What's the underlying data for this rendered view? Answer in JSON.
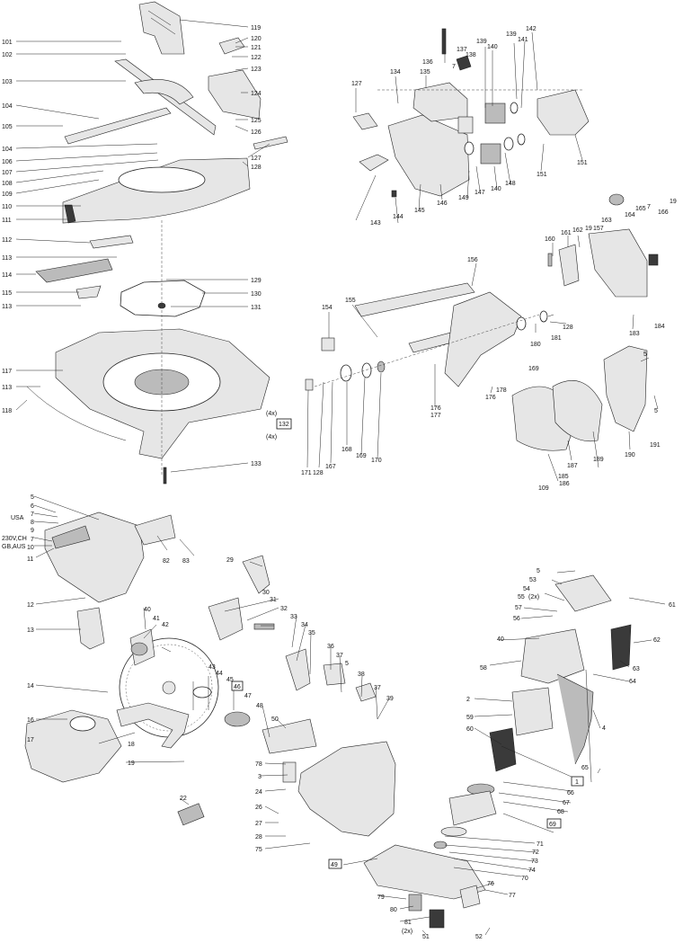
{
  "labels": {
    "a": [
      "101",
      "102",
      "103",
      "104",
      "105",
      "106",
      "107",
      "108",
      "109",
      "110",
      "111",
      "112",
      "113",
      "114",
      "115",
      "117",
      "118",
      "133",
      "119",
      "120",
      "121",
      "122",
      "123",
      "124",
      "125",
      "126",
      "127",
      "128",
      "129",
      "130",
      "131",
      "132"
    ],
    "a_notes": [
      "(4x)",
      "(4x)"
    ],
    "b": [
      "127",
      "134",
      "135",
      "136",
      "137",
      "138",
      "139",
      "140",
      "141",
      "142",
      "143",
      "144",
      "145",
      "146",
      "147",
      "148",
      "149",
      "151",
      "7"
    ],
    "c": [
      "160",
      "161",
      "162",
      "163",
      "164",
      "165",
      "166",
      "19",
      "157",
      "7",
      "183",
      "184",
      "5",
      "190",
      "191",
      "189",
      "187",
      "186",
      "185",
      "109",
      "156",
      "155",
      "154",
      "180",
      "181",
      "128",
      "170",
      "168",
      "169",
      "167",
      "171",
      "176",
      "177",
      "178"
    ],
    "d": [
      "5",
      "6",
      "7",
      "8",
      "9",
      "10",
      "11",
      "12",
      "13",
      "14",
      "16",
      "17",
      "18",
      "19",
      "22",
      "29",
      "30",
      "31",
      "32",
      "33",
      "34",
      "35",
      "36",
      "37",
      "38",
      "39",
      "40",
      "41",
      "42",
      "43",
      "44",
      "45",
      "46",
      "47",
      "48",
      "50",
      "78",
      "3",
      "24",
      "26",
      "27",
      "28",
      "75",
      "49",
      "79",
      "80",
      "81",
      "51",
      "52",
      "76",
      "77",
      "70",
      "74",
      "73",
      "72",
      "71",
      "69",
      "68",
      "67",
      "66",
      "65",
      "1",
      "60",
      "59",
      "2",
      "58",
      "40",
      "56",
      "57",
      "55",
      "54",
      "53",
      "61",
      "62",
      "63",
      "64",
      "4",
      "82",
      "83"
    ],
    "d_notes": [
      "USA",
      "230V,CH",
      "GB,AUS",
      "(2x)",
      "(2x)"
    ]
  },
  "boxed": [
    "132",
    "46",
    "49",
    "69",
    "1"
  ]
}
